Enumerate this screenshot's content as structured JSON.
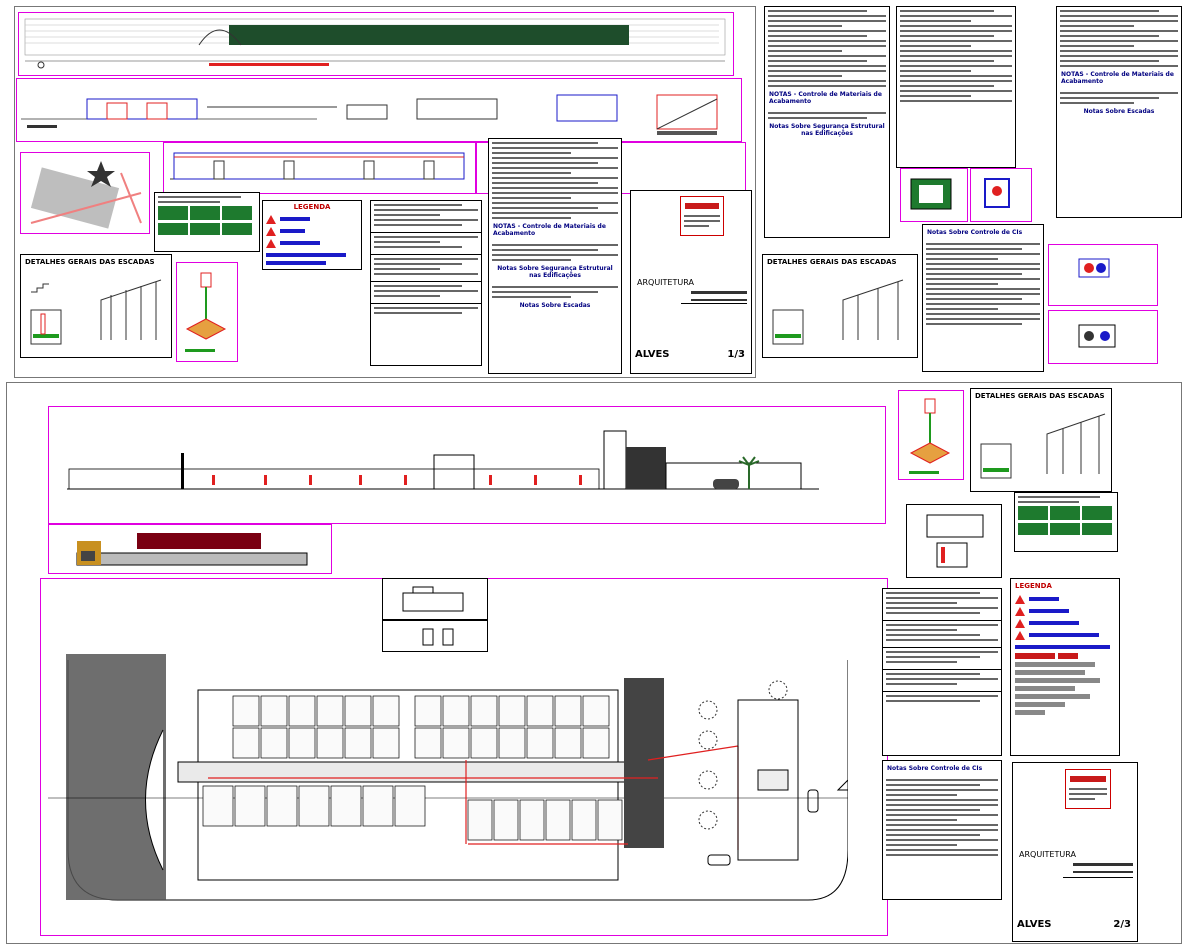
{
  "sheet_top": {
    "title_block": {
      "discipline": "ARQUITETURA",
      "company_logo": "ALVES",
      "sheet_number": "1/3"
    },
    "legend_title": "LEGENDA",
    "stairs_title": "DETALHES GERAIS DAS ESCADAS",
    "notes": {
      "material_control": "NOTAS - Controle de Materiais de Acabamento",
      "safety_notes": "Notas Sobre Segurança Estrutural nas Edificações",
      "hoses": "Notas Sobre Escadas",
      "cit_notes": "Notas Sobre Controle de CIs"
    }
  },
  "sheet_bottom": {
    "title_block": {
      "discipline": "ARQUITETURA",
      "company_logo": "ALVES",
      "sheet_number": "2/3"
    },
    "legend_title": "LEGENDA",
    "stairs_title": "DETALHES GERAIS DAS ESCADAS",
    "cit_notes": "Notas Sobre Controle de CIs"
  },
  "colors": {
    "frame_magenta": "#e000e0",
    "accent_red": "#c00000",
    "accent_blue": "#1a1ac8",
    "plan_green": "#1e7a2e",
    "roof_dark": "#7a0012"
  }
}
